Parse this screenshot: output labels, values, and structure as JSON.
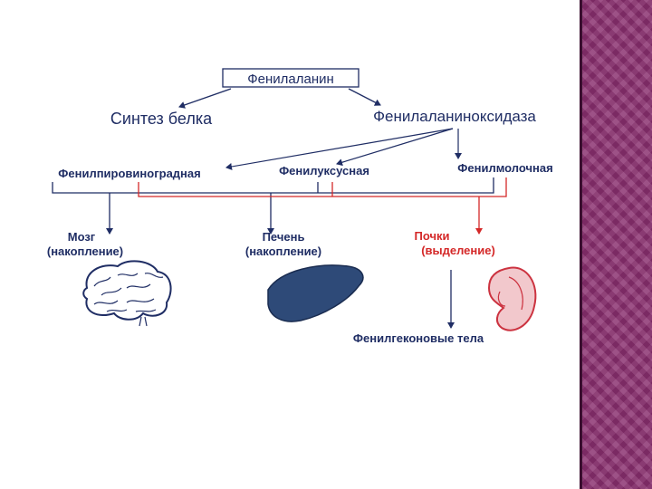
{
  "diagram": {
    "root": "Фенилаланин",
    "branch_left": "Синтез белка",
    "branch_right": "Фенилаланиноксидаза",
    "metabolites": [
      "Фенилпировиноградная",
      "Фенилуксусная",
      "Фенилмолочная"
    ],
    "organs": [
      {
        "line1": "Мозг",
        "line2": "(накопление)"
      },
      {
        "line1": "Печень",
        "line2": "(накопление)"
      },
      {
        "line1": "Почки",
        "line2": "(выделение)"
      }
    ],
    "product": "Фенилгеконовые тела"
  },
  "colors": {
    "accent_red": "#d42828",
    "text_blue": "#1f2d64",
    "band": "#8a2f6f"
  }
}
